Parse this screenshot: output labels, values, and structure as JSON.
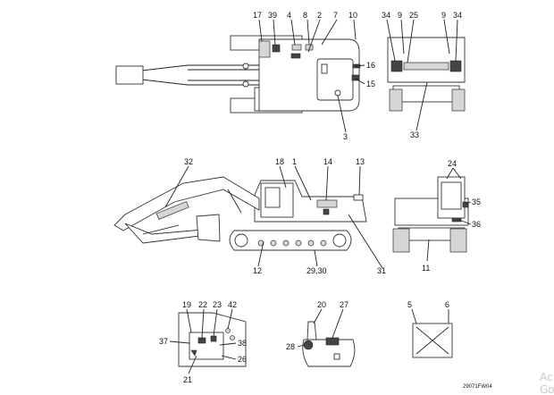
{
  "diagram": {
    "drawing_code": "29071FW04",
    "watermark": [
      "Ac",
      "Go"
    ],
    "callouts": {
      "top": [
        "17",
        "39",
        "4",
        "8",
        "2",
        "7",
        "10",
        "16",
        "15",
        "3"
      ],
      "rear": [
        "34",
        "9",
        "25",
        "9",
        "34",
        "33"
      ],
      "side": [
        "32",
        "18",
        "1",
        "14",
        "13",
        "12",
        "29,30",
        "31"
      ],
      "front": [
        "24",
        "35",
        "36",
        "11"
      ],
      "cabin": [
        "19",
        "22",
        "23",
        "42",
        "37",
        "38",
        "26",
        "21"
      ],
      "lever": [
        "20",
        "27",
        "28"
      ],
      "decal": [
        "5",
        "6"
      ]
    }
  }
}
